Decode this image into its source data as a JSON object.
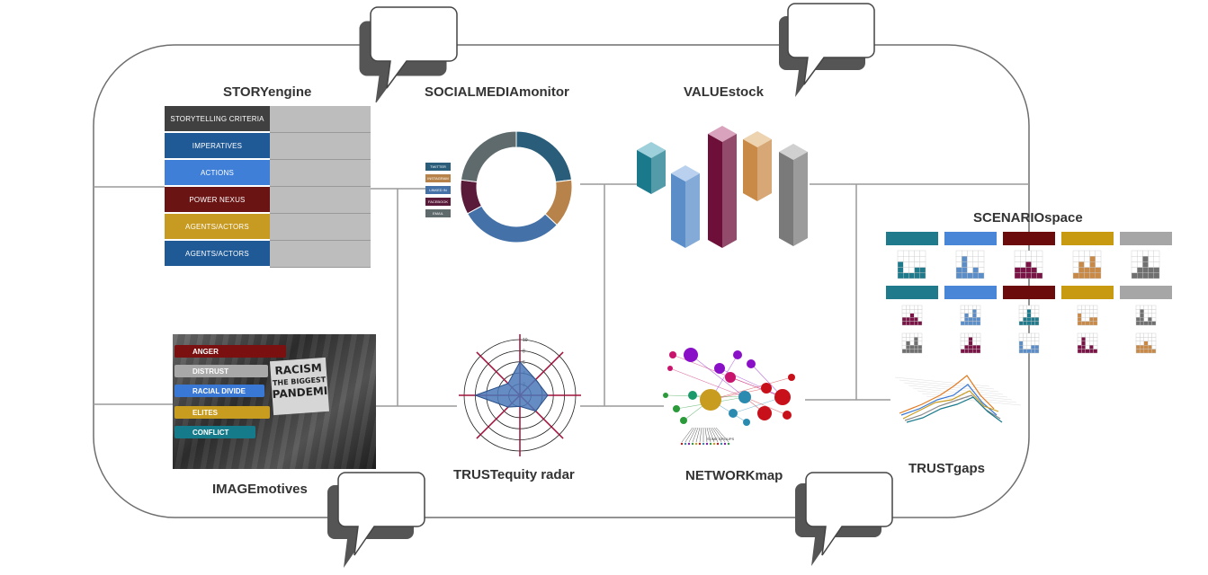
{
  "titles": {
    "story": "STORYengine",
    "social": "SOCIALMEDIAmonitor",
    "value": "VALUEstock",
    "scenario": "SCENARIOspace",
    "image": "IMAGEmotives",
    "trust_radar": "TRUSTequity radar",
    "network": "NETWORKmap",
    "trust_gaps": "TRUSTgaps"
  },
  "story_rows": [
    {
      "label": "STORYTELLING CRITERIA",
      "color": "#404040"
    },
    {
      "label": "IMPERATIVES",
      "color": "#1f5a96"
    },
    {
      "label": "ACTIONS",
      "color": "#3f7fd8"
    },
    {
      "label": "POWER NEXUS",
      "color": "#6b1414"
    },
    {
      "label": "AGENTS/ACTORS",
      "color": "#c79a22"
    },
    {
      "label": "AGENTS/ACTORS",
      "color": "#1f5a96"
    }
  ],
  "social_legend": [
    {
      "label": "TWITTER",
      "color": "#2a5d7a"
    },
    {
      "label": "INSTAGRAM",
      "color": "#b8834a"
    },
    {
      "label": "LINKED IN",
      "color": "#4472a8"
    },
    {
      "label": "FACEBOOK",
      "color": "#5a1a3a"
    },
    {
      "label": "EMAIL",
      "color": "#5e6a6c"
    }
  ],
  "chart_data": {
    "type": "pie",
    "labels": [
      "TWITTER",
      "INSTAGRAM",
      "LINKED IN",
      "FACEBOOK",
      "EMAIL"
    ],
    "values": [
      23,
      14,
      30,
      10,
      23
    ],
    "colors": [
      "#2a5d7a",
      "#b8834a",
      "#4472a8",
      "#5a1a3a",
      "#5e6a6c"
    ]
  },
  "value_bars": [
    {
      "color": "#1a7a8c",
      "top": "#9dd0da"
    },
    {
      "color": "#5b8ec9",
      "top": "#b9d1ee"
    },
    {
      "color": "#6e0f3a",
      "top": "#d9a3bd"
    },
    {
      "color": "#c98a47",
      "top": "#edd3b0"
    },
    {
      "color": "#7a7a7a",
      "top": "#d0d0d0"
    }
  ],
  "image_emotions": [
    {
      "label": "ANGER",
      "color": "#7a1010"
    },
    {
      "label": "DISTRUST",
      "color": "#a8a8a8"
    },
    {
      "label": "RACIAL DIVIDE",
      "color": "#3a78d6"
    },
    {
      "label": "ELITES",
      "color": "#c89c1f"
    },
    {
      "label": "CONFLICT",
      "color": "#157a8a"
    }
  ],
  "image_sign": {
    "line1": "RACISM",
    "line2": "THE BIGGEST",
    "line3": "PANDEMI"
  },
  "radar": {
    "ticks": [
      "10",
      "8",
      "6",
      "4",
      "2"
    ],
    "values": [
      6,
      4,
      5,
      4,
      2,
      3,
      8,
      3
    ],
    "max": 10
  },
  "network_legend": "SOME GROUPS",
  "scenario_colors": [
    "#1f7a8c",
    "#4a86d8",
    "#6b0b0b",
    "#c79a12",
    "#a6a6a6"
  ],
  "scenario_icon_colors": [
    "#1f7a8c",
    "#5b8ec9",
    "#7a1446",
    "#c98a47",
    "#707070"
  ]
}
